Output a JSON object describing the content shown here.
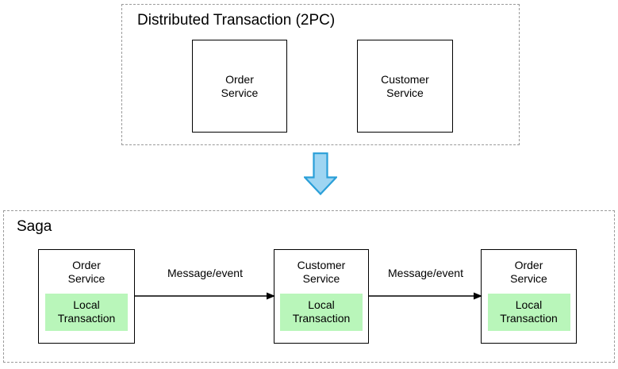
{
  "diagram": {
    "title_hidden": "",
    "groups": [
      {
        "id": "2pc",
        "label": "Distributed Transaction (2PC)",
        "boxes": [
          {
            "name": "Order\nService"
          },
          {
            "name": "Customer\nService"
          }
        ]
      },
      {
        "id": "saga",
        "label": "Saga",
        "boxes": [
          {
            "name": "Order\nService",
            "badge": "Local\nTransaction"
          },
          {
            "name": "Customer\nService",
            "badge": "Local\nTransaction"
          },
          {
            "name": "Order\nService",
            "badge": "Local\nTransaction"
          }
        ],
        "connectors": [
          {
            "label": "Message/event"
          },
          {
            "label": "Message/event"
          }
        ]
      }
    ],
    "transition_arrow": {
      "icon": "down-arrow-icon",
      "direction": "down"
    },
    "colors": {
      "badge_green": "#b9f6ba",
      "arrow_fill": "#9ed5f2",
      "arrow_stroke": "#2a9fd8",
      "box_stroke": "#000000",
      "group_stroke": "#9a9a9a",
      "background": "#ffffff",
      "text": "#000000"
    }
  }
}
